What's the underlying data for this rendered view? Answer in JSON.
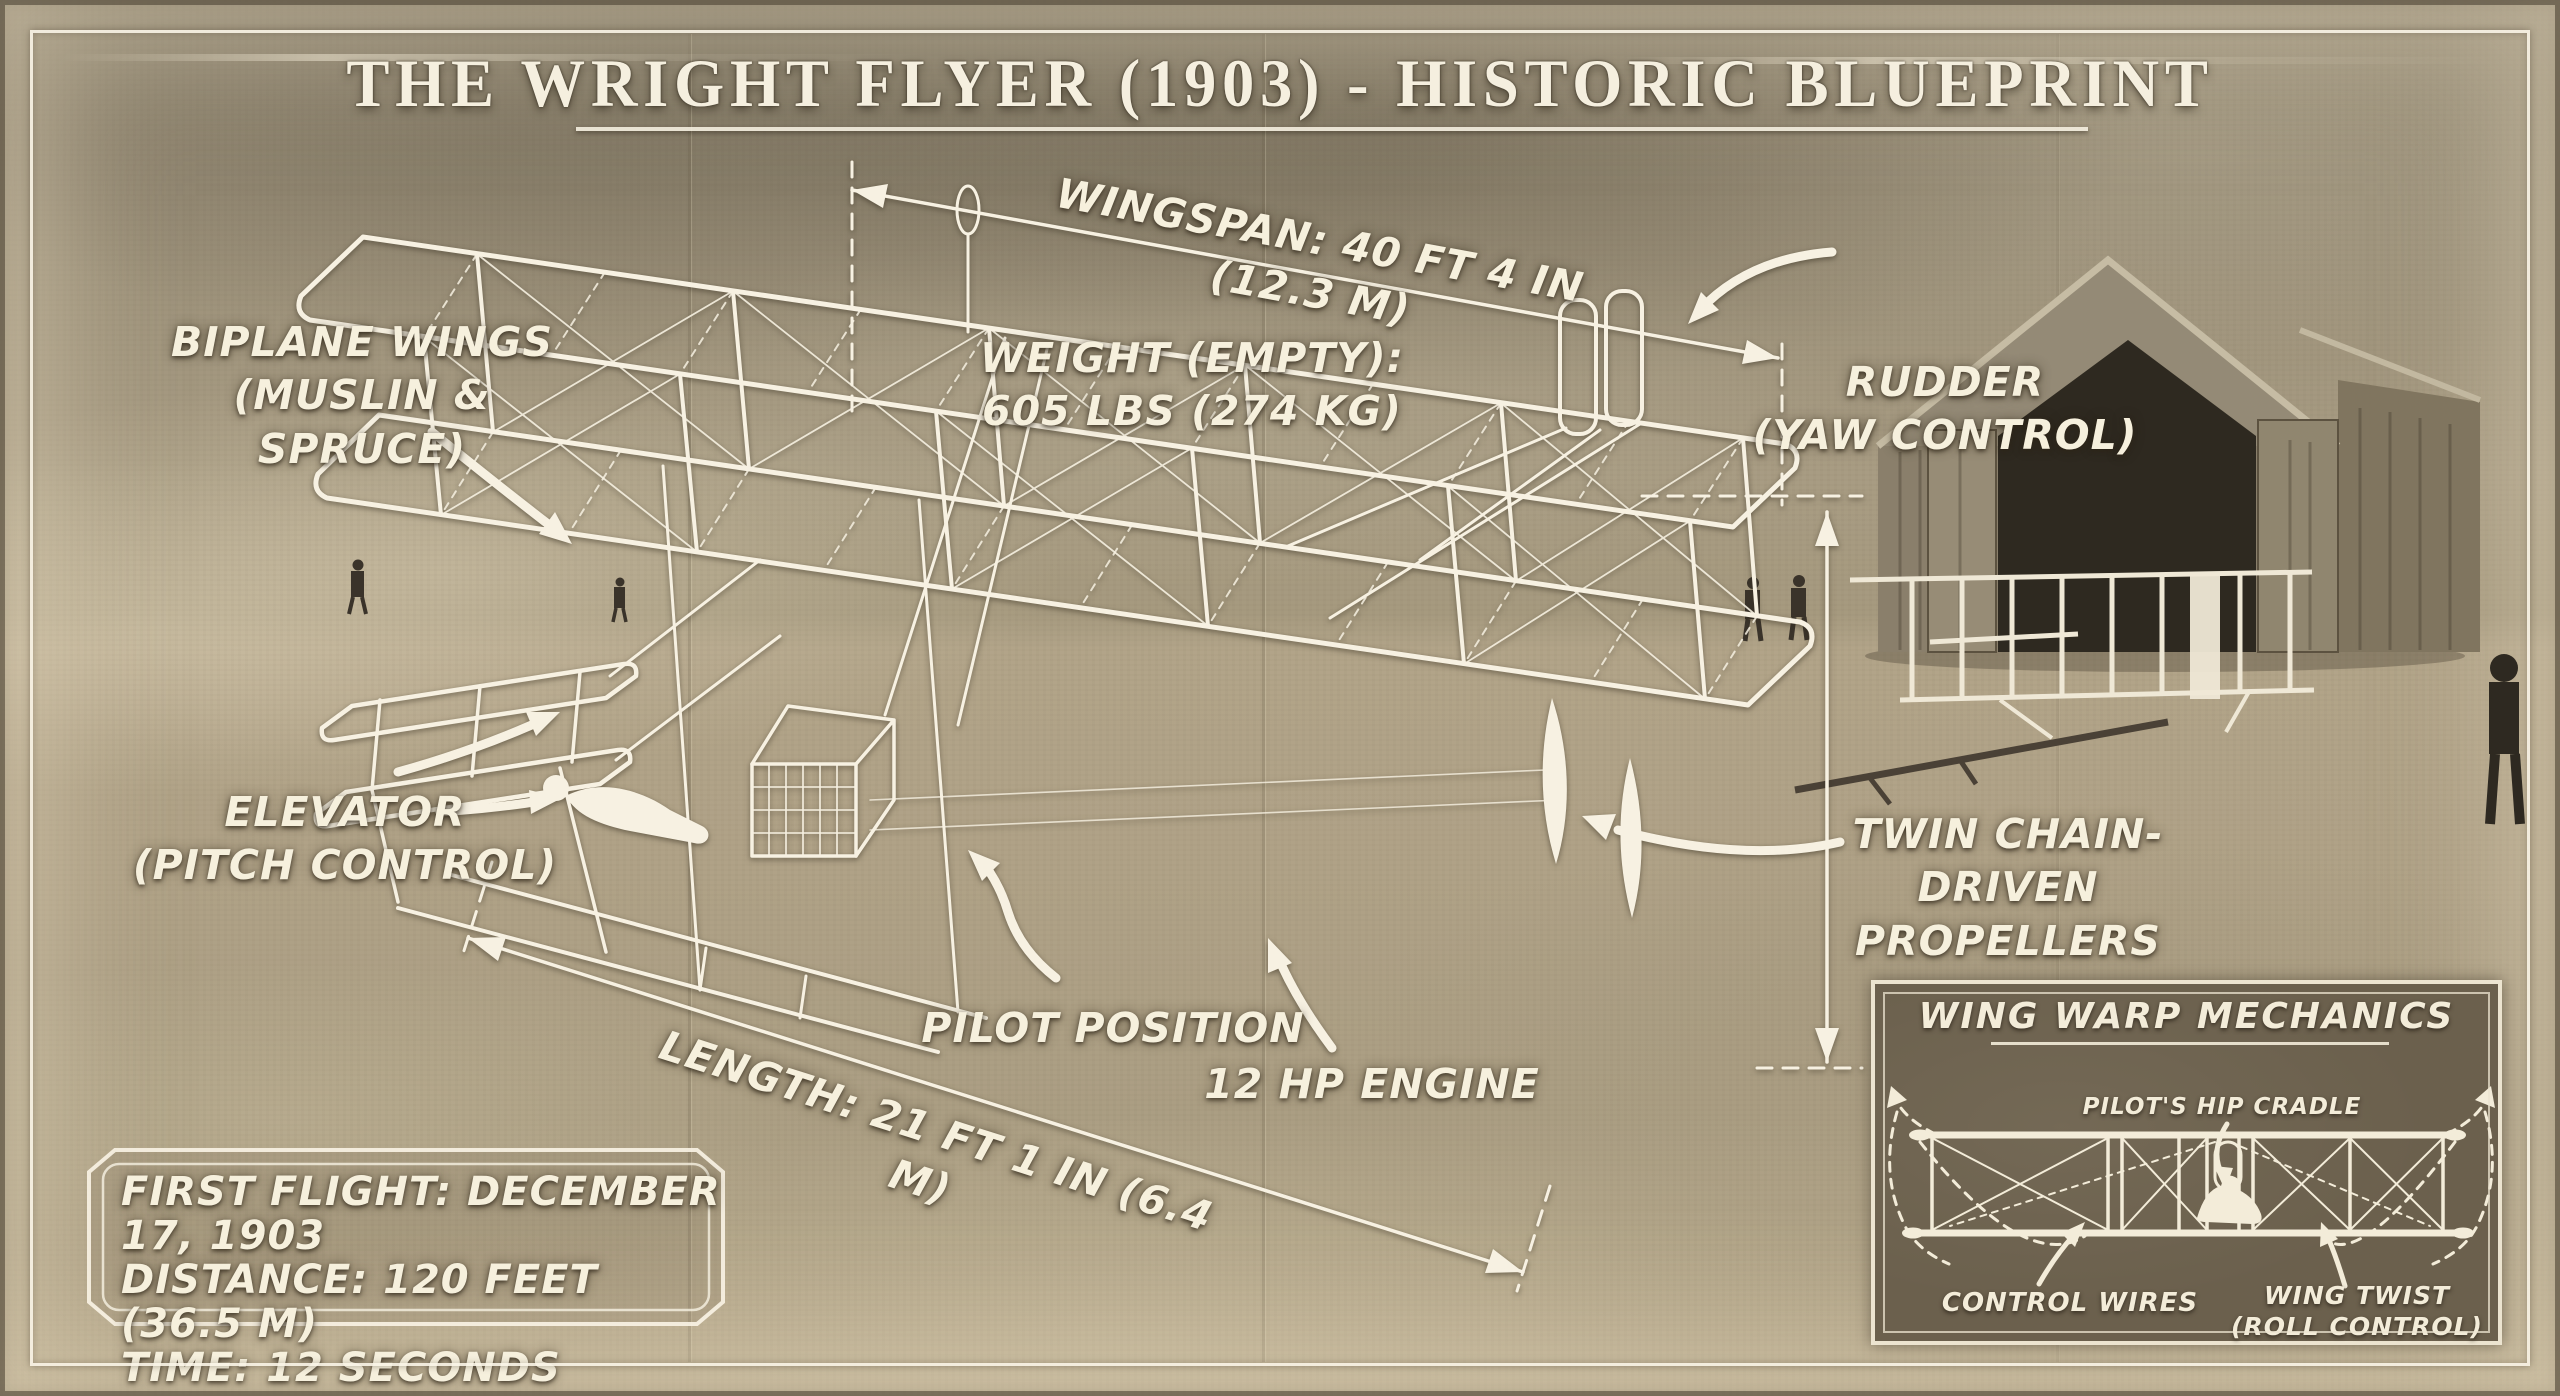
{
  "title": {
    "text": "THE WRIGHT FLYER (1903) - HISTORIC BLUEPRINT"
  },
  "dimensions": {
    "wingspan": "WINGSPAN: 40 FT 4 IN (12.3 M)",
    "length": "LENGTH: 21 FT 1 IN (6.4 M)"
  },
  "callouts": {
    "biplane_wings": {
      "line1": "BIPLANE WINGS",
      "line2": "(MUSLIN & SPRUCE)"
    },
    "weight": {
      "line1": "WEIGHT (EMPTY):",
      "line2": "605 LBS (274 KG)"
    },
    "rudder": {
      "line1": "RUDDER",
      "line2": "(YAW CONTROL)"
    },
    "elevator": {
      "line1": "ELEVATOR",
      "line2": "(PITCH CONTROL)"
    },
    "propellers": {
      "line1": "TWIN CHAIN-DRIVEN",
      "line2": "PROPELLERS"
    },
    "pilot": "PILOT POSITION",
    "engine": "12 HP ENGINE"
  },
  "stats_box": {
    "line1": "FIRST FLIGHT: DECEMBER 17, 1903",
    "line2": "DISTANCE: 120 FEET (36.5 M)",
    "line3": "TIME: 12 SECONDS"
  },
  "inset": {
    "title": "WING WARP MECHANICS",
    "hip_cradle": "PILOT'S HIP CRADLE",
    "control_wires": "CONTROL WIRES",
    "wing_twist": {
      "line1": "WING TWIST",
      "line2": "(ROLL CONTROL)"
    }
  },
  "colors": {
    "ink": "#f6f0dd",
    "paper": "#ac9f84",
    "inset_background": "#6b604d"
  }
}
